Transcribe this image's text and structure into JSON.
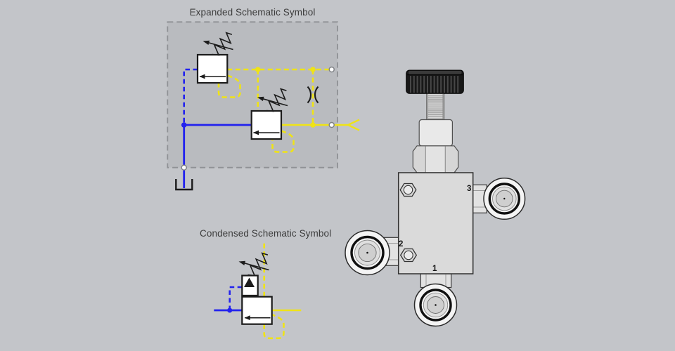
{
  "panels": {
    "expanded": {
      "title": "Expanded Schematic Symbol"
    },
    "condensed": {
      "title": "Condensed Schematic Symbol"
    }
  },
  "valve": {
    "ports": [
      {
        "label": "1"
      },
      {
        "label": "2"
      },
      {
        "label": "3"
      }
    ]
  },
  "colors": {
    "background": "#c3c5c9",
    "panel_fill": "#b9bbbf",
    "panel_border": "#8f9195",
    "line_blue": "#2222ee",
    "line_yellow": "#efe316",
    "symbol_ink": "#1c1c1c",
    "knob_black": "#181818",
    "metal_light": "#e9e9e9",
    "metal_mid": "#d6d6d6",
    "metal_body": "#dadada",
    "outline_dark": "#2f2f2f",
    "text_dark": "#3d3d3d"
  }
}
